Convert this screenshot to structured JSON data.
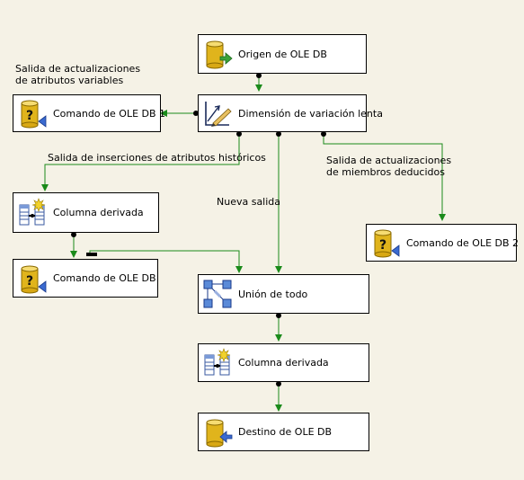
{
  "nodes": {
    "origen": "Origen de OLE DB",
    "dimension": "Dimensión de variación lenta",
    "comando1": "Comando de OLE DB 1",
    "columna1": "Columna derivada",
    "comando": "Comando de OLE DB",
    "comando2": "Comando de OLE DB 2",
    "union": "Unión de todo",
    "columna2": "Columna derivada",
    "destino": "Destino de OLE DB"
  },
  "flow_labels": {
    "actualizaciones_variables": [
      "Salida de actualizaciones",
      "de atributos variables"
    ],
    "inserciones_historicos": "Salida de inserciones de atributos históricos",
    "nueva_salida": "Nueva salida",
    "miembros_deducidos": [
      "Salida de actualizaciones",
      "de miembros deducidos"
    ]
  },
  "colors": {
    "connector": "#1a8a1a",
    "background": "#f5f2e6",
    "box_border": "#000000"
  },
  "icons": {
    "origen": "database-source-icon",
    "dimension": "slowly-changing-dimension-icon",
    "comando": "database-command-icon",
    "columna": "derived-column-icon",
    "union": "union-all-icon",
    "destino": "database-destination-icon"
  }
}
